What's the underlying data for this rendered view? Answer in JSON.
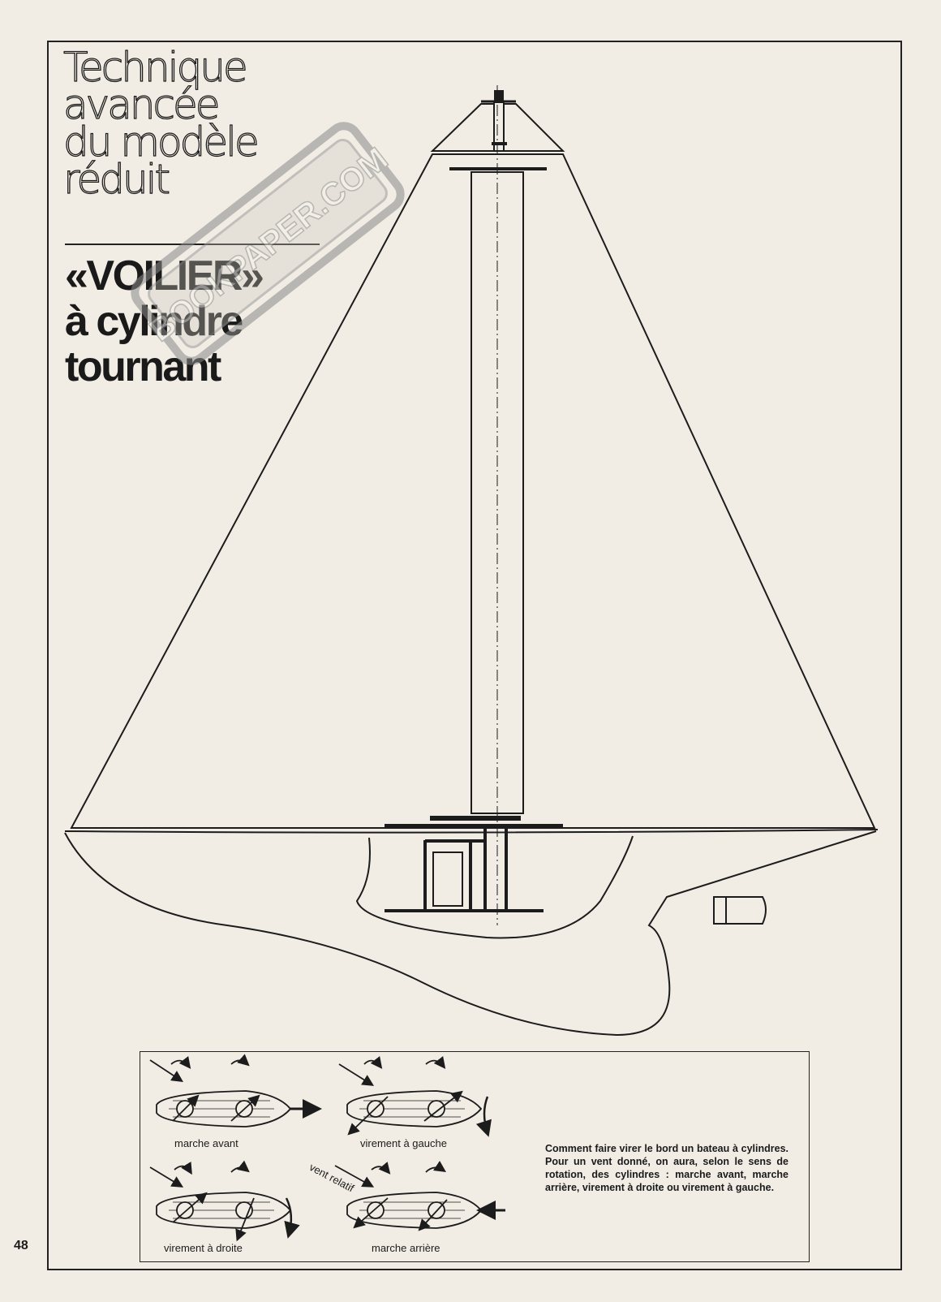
{
  "header": {
    "title_lines": [
      "Technique",
      "avancée",
      "du modèle",
      "réduit"
    ],
    "subtitle_lines": [
      "«VOILIER»",
      "à cylindre",
      "tournant"
    ]
  },
  "watermark": {
    "text": "BOOKPAPER.COM"
  },
  "diagram": {
    "labels": {
      "forward": "marche avant",
      "turn_left": "virement à gauche",
      "turn_right": "virement à droite",
      "reverse": "marche arrière",
      "relative_wind": "vent relatif"
    }
  },
  "caption": "Comment faire virer le bord un bateau à cylindres. Pour un vent donné, on aura, selon le sens de rotation, des cylindres : marche avant, marche arrière, virement à droite ou virement à gauche.",
  "page_number": "48",
  "colors": {
    "paper": "#f1ede4",
    "ink": "#1c1c1c"
  }
}
